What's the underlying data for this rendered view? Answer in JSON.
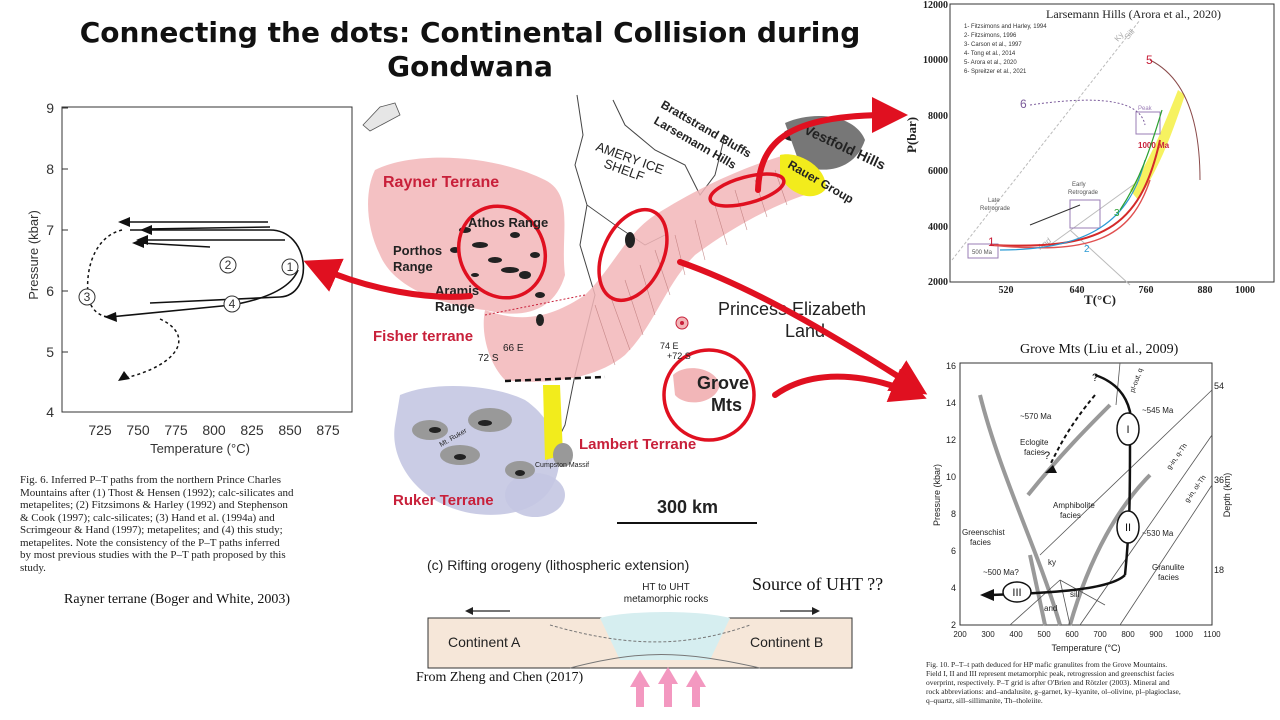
{
  "slide": {
    "title": "Connecting the dots: Continental Collision during Gondwana"
  },
  "left_plot": {
    "y_ticks": [
      "9",
      "8",
      "7",
      "6",
      "5",
      "4"
    ],
    "x_ticks": [
      "725",
      "750",
      "775",
      "800",
      "825",
      "850",
      "875"
    ],
    "ylabel": "Pressure (kbar)",
    "xlabel": "Temperature (°C)",
    "path_labels": [
      "1",
      "2",
      "3",
      "4"
    ],
    "caption_lines": [
      "Fig. 6. Inferred P–T paths from the northern Prince Charles",
      "Mountains after (1) Thost & Hensen (1992); calc-silicates and",
      "metapelites; (2) Fitzsimons & Harley (1992) and Stephenson",
      "& Cook (1997); calc-silicates; (3) Hand et al. (1994a) and",
      "Scrimgeour & Hand (1997); metapelites; and (4) this study;",
      "metapelites. Note the consistency of the P–T paths inferred",
      "by most previous studies with the P–T path proposed by this",
      "study."
    ],
    "source": "Rayner terrane (Boger and White, 2003)"
  },
  "map": {
    "labels": {
      "rayner": "Rayner Terrane",
      "athos": "Athos Range",
      "porthos_1": "Porthos",
      "porthos_2": "Range",
      "aramis_1": "Aramis",
      "aramis_2": "Range",
      "fisher": "Fisher terrane",
      "lambert": "Lambert Terrane",
      "ruker": "Ruker Terrane",
      "amery_1": "AMERY ICE",
      "amery_2": "SHELF",
      "brattstrand": "Brattstrand Bluffs",
      "larsemann": "Larsemann Hills",
      "vestfold": "Vestfold Hills",
      "rauer": "Rauer Group",
      "princess_1": "Princess Elizabeth",
      "princess_2": "Land",
      "grove_1": "Grove",
      "grove_2": "Mts",
      "lat66": "66 E",
      "lat72": "72 S",
      "lat74": "74 E",
      "lat72b": "+72 S",
      "cumpston": "Cumpston Massif",
      "mt_ruker": "Mt. Ruker",
      "scale": "300 km"
    }
  },
  "rift": {
    "heading": "(c) Rifting orogeny (lithospheric extension)",
    "ht_1": "HT to UHT",
    "ht_2": "metamorphic rocks",
    "continent_a": "Continent A",
    "continent_b": "Continent B",
    "question": "Source of UHT ??",
    "source": "From Zheng and Chen (2017)"
  },
  "larsemann_plot": {
    "header": "Larsemann Hills  (Arora et al., 2020)",
    "ylabel": "P(bar)",
    "xlabel": "T(°C)",
    "y_ticks": [
      "12000",
      "10000",
      "8000",
      "6000",
      "4000",
      "2000"
    ],
    "x_ticks": [
      "520",
      "640",
      "760",
      "880",
      "1000"
    ],
    "legend": [
      "1- Fitzsimons and Harley, 1994",
      "2- Fitzsimons, 1996",
      "3- Carson et al., 1997",
      "4- Tong et al., 2014",
      "5- Arora et al., 2020",
      "6- Spreitzer et al., 2021"
    ],
    "peak": "Peak",
    "age_peak": "1000 Ma",
    "early_retro_1": "Early",
    "early_retro_2": "Retrograde",
    "late_retro_1": "Late",
    "late_retro_2": "Retrograde",
    "age_low": "500 Ma",
    "num5": "5",
    "num6": "6",
    "num1": "1",
    "num2": "2",
    "num3": "3",
    "ky": "Ky",
    "sill": "Sill",
    "and": "And"
  },
  "grove_plot": {
    "header": "Grove Mts (Liu et al., 2009)",
    "ylabel": "Pressure (kbar)",
    "ylabel_right": "Depth (km)",
    "xlabel": "Temperature (°C)",
    "y_ticks": [
      "16",
      "14",
      "12",
      "10",
      "8",
      "6",
      "4",
      "2"
    ],
    "x_ticks": [
      "200",
      "300",
      "400",
      "500",
      "600",
      "700",
      "800",
      "900",
      "1000",
      "1100"
    ],
    "depth_ticks": [
      "54",
      "36",
      "18"
    ],
    "ages": [
      "~570 Ma",
      "~545 Ma",
      "~530 Ma",
      "~500 Ma?"
    ],
    "facies": {
      "eclogite_1": "Eclogite",
      "eclogite_2": "facies",
      "amphibolite_1": "Amphibolite",
      "amphibolite_2": "facies",
      "greenschist_1": "Greenschist",
      "greenschist_2": "facies",
      "granulite_1": "Granulite",
      "granulite_2": "facies"
    },
    "minerals": {
      "ky": "ky",
      "sill": "sill",
      "and": "and",
      "pl_out": "pl-out, q",
      "g_in_q": "g-in, q-Th",
      "g_in_ol": "g-in, ol-Th"
    },
    "fields": [
      "I",
      "II",
      "III"
    ],
    "q": "?",
    "caption_lines": [
      "Fig. 10. P–T–t path deduced for HP mafic granulites from the Grove Mountains.",
      "Field I, II and III represent metamorphic peak, retrogression and greenschist facies",
      "overprint, respectively. P–T grid is after O'Brien and Rötzler (2003). Mineral and",
      "rock abbreviations: and–andalusite, g–garnet, ky–kyanite, ol–olivine, pl–plagioclase,",
      "q–quartz, sill–sillimanite, Th–tholeiite."
    ]
  }
}
